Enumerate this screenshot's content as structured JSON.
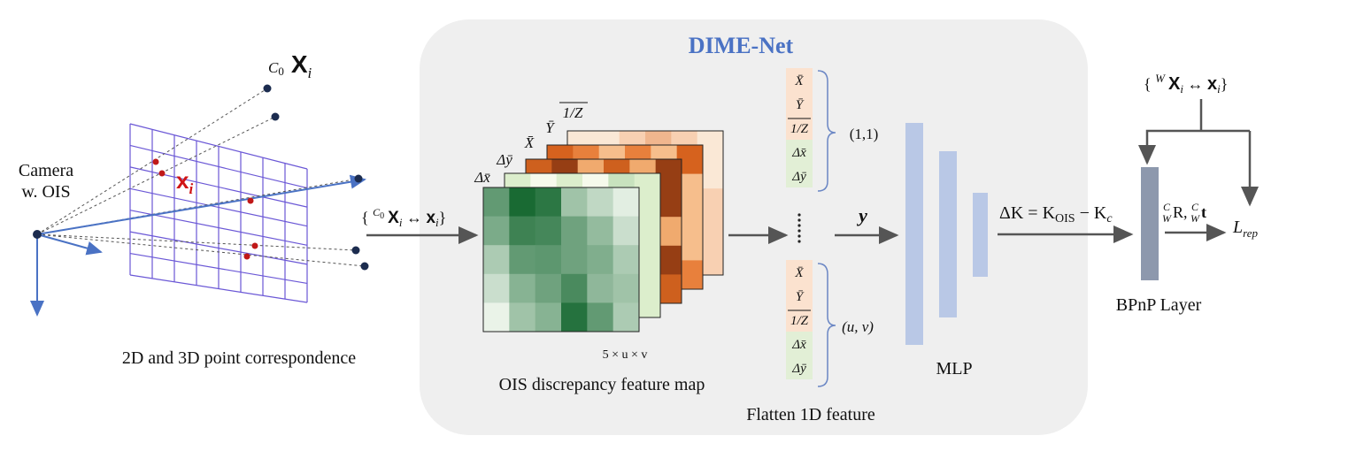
{
  "title": "DIME-Net",
  "colors": {
    "panel": "#efefef",
    "accent_blue": "#4a72c4",
    "grid": "#6b58d6",
    "arrow": "#555555",
    "dot_dark": "#1c2c4f",
    "dot_red": "#c01818",
    "mlp_bar": "#b9c8e6",
    "bpnp_bar": "#8d98ad"
  },
  "left": {
    "camera_label": [
      "Camera",
      "w. OIS"
    ],
    "world_point_label_sup": "C",
    "world_point_label_sub": "0",
    "world_point_label_main": "X",
    "world_point_label_idx": "i",
    "image_point_label_main": "x",
    "image_point_label_idx": "i",
    "caption": "2D and 3D point correspondence"
  },
  "correspondence_input": "{ C0 Xi ↔ xi }",
  "feature_map": {
    "caption": "OIS discrepancy feature map",
    "dims": "5 × u × v",
    "channel_labels": [
      "Δx̄",
      "Δȳ",
      "X̄",
      "Ȳ",
      "1/Z"
    ],
    "green_cells": [
      [
        0.6,
        0.9,
        0.82,
        0.35,
        0.22,
        0.08
      ],
      [
        0.5,
        0.75,
        0.72,
        0.55,
        0.4,
        0.18
      ],
      [
        0.3,
        0.6,
        0.62,
        0.55,
        0.48,
        0.3
      ],
      [
        0.18,
        0.45,
        0.55,
        0.7,
        0.42,
        0.35
      ],
      [
        0.05,
        0.35,
        0.45,
        0.85,
        0.6,
        0.3
      ]
    ]
  },
  "flatten": {
    "caption": "Flatten 1D feature",
    "top_group": [
      "X̄",
      "Ȳ",
      "1/Z",
      "Δx̄",
      "Δȳ"
    ],
    "top_group_label": "(1,1)",
    "bottom_group": [
      "X̄",
      "Ȳ",
      "1/Z",
      "Δx̄",
      "Δȳ"
    ],
    "bottom_group_label": "(u, v)",
    "vector_label": "y"
  },
  "mlp": {
    "caption": "MLP"
  },
  "delta_k": "ΔK = K_OIS − K_c",
  "bpnp": {
    "caption": "BPnP Layer",
    "input_label": "{ W Xi ↔ xi }",
    "output_label": "C W R, C W t",
    "loss_label": "L_rep"
  }
}
